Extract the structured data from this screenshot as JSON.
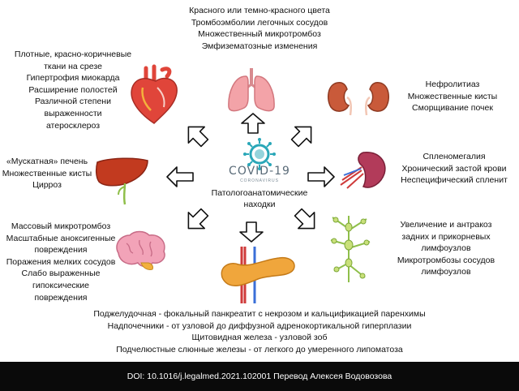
{
  "center": {
    "logo_text": "COVID-19",
    "logo_subtext": "CORONAVIRUS",
    "label_lines": [
      "Патологоанатомические",
      "находки"
    ]
  },
  "lungs": [
    "Красного или темно-красного цвета",
    "Тромбоэмболии легочных сосудов",
    "Множественный микротромбоз",
    "Эмфизематозные изменения"
  ],
  "heart": [
    "Плотные, красно-коричневые",
    "ткани на срезе",
    "Гипертрофия миокарда",
    "Расширение полостей",
    "Различной степени",
    "выраженности",
    "атеросклероз"
  ],
  "kidneys": [
    "Нефролитиаз",
    "Множественные кисты",
    "Сморщивание почек"
  ],
  "liver": [
    "«Мускатная» печень",
    "Множественные кисты",
    "Цирроз"
  ],
  "spleen": [
    "Спленомегалия",
    "Хронический застой крови",
    "Неспецифический спленит"
  ],
  "brain": [
    "Массовый микротромбоз",
    "Масштабные аноксигенные",
    "повреждения",
    "Поражения мелких сосудов",
    "Слабо выраженные",
    "гипоксические",
    "повреждения"
  ],
  "lymph": [
    "Увеличение и антракоз",
    "задних и прикорневых",
    "лимфоузлов",
    "Микротромбозы сосудов",
    "лимфоузлов"
  ],
  "bottom": [
    "Поджелудочная - фокальный панкреатит с некрозом и кальцификацией паренхимы",
    "Надпочечники - от узловой до диффузной адренокортикальной гиперплазии",
    "Щитовидная железа - узловой зоб",
    "Подчелюстные слюнные железы - от легкого до умеренного липоматоза"
  ],
  "footer": "DOI: 10.1016/j.legalmed.2021.102001  Перевод Алексея Водовозова",
  "colors": {
    "virus": "#2aa7b8",
    "organ_red": "#e0453a",
    "liver": "#c23a1f",
    "lungs": "#f3a3a8",
    "brain": "#f2a3b8",
    "lymph": "#a8cf58",
    "spleen": "#b23b5a",
    "pancreas": "#f0a63c"
  }
}
